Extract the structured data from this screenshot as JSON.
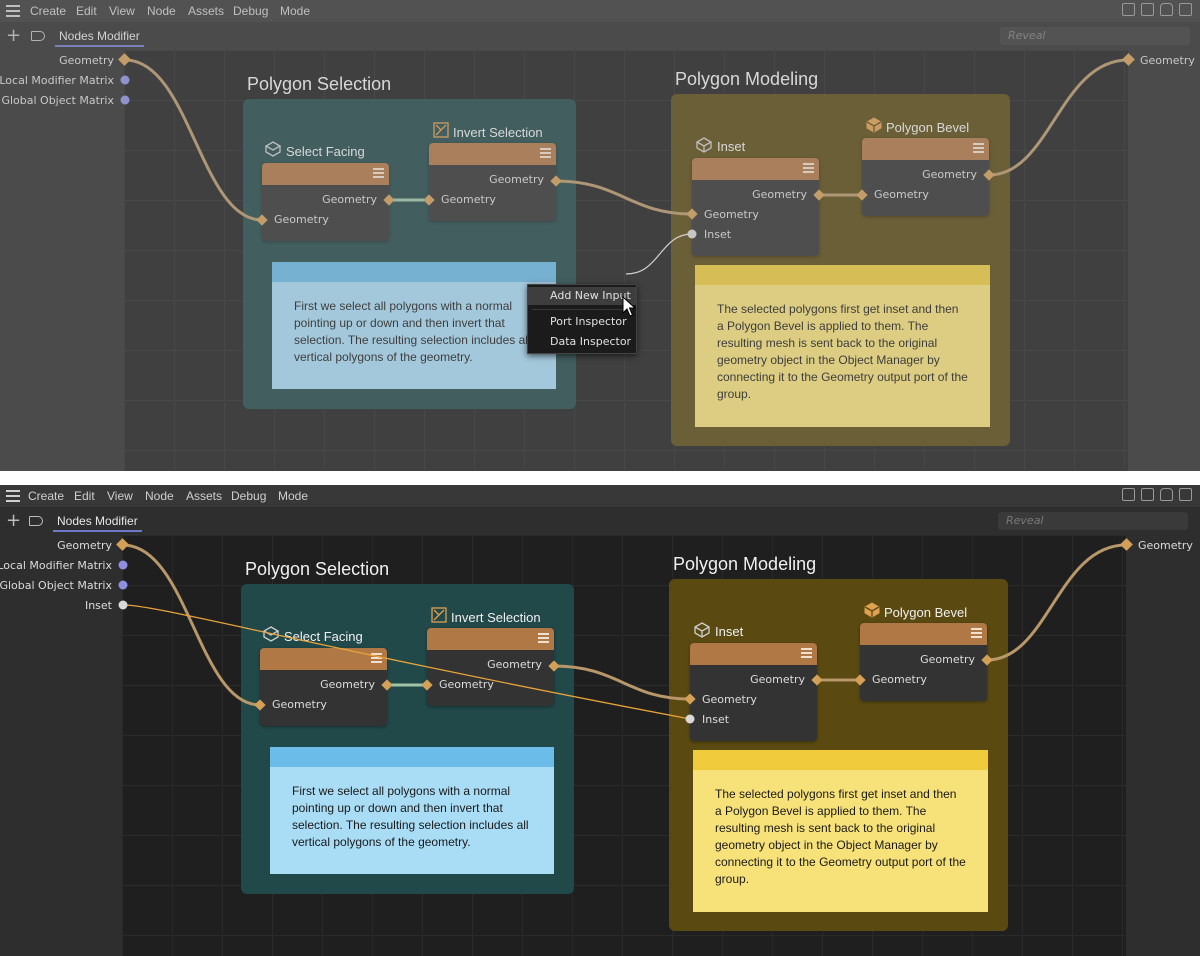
{
  "menu": [
    "Create",
    "Edit",
    "View",
    "Node",
    "Assets",
    "Debug",
    "Mode"
  ],
  "tab_label": "Nodes Modifier",
  "reveal_placeholder": "Reveal",
  "top": {
    "inputs": [
      "Geometry",
      "Local Modifier Matrix",
      "Global Object Matrix"
    ],
    "output": "Geometry"
  },
  "bottom": {
    "inputs": [
      "Geometry",
      "Local Modifier Matrix",
      "Global Object Matrix",
      "Inset"
    ],
    "output": "Geometry"
  },
  "groups": {
    "selection": "Polygon Selection",
    "modeling": "Polygon Modeling"
  },
  "nodes": {
    "select_facing": {
      "title": "Select Facing",
      "out": "Geometry",
      "in": "Geometry"
    },
    "invert_selection": {
      "title": "Invert Selection",
      "out": "Geometry",
      "in": "Geometry"
    },
    "inset": {
      "title": "Inset",
      "out": "Geometry",
      "in1": "Geometry",
      "in2": "Inset"
    },
    "polygon_bevel": {
      "title": "Polygon Bevel",
      "out": "Geometry",
      "in": "Geometry"
    }
  },
  "notes": {
    "selection": "First we select all polygons with a normal pointing up or down and then invert that selection. The resulting selection includes all vertical polygons of the geometry.",
    "modeling": "The selected polygons first get inset and then a Polygon Bevel is applied to them. The resulting mesh is sent back to the original geometry object in the Object Manager by connecting it to the Geometry output port of the group."
  },
  "context_menu": [
    "Add New Input",
    "Port Inspector",
    "Data Inspector"
  ],
  "colors": {
    "wire_geometry": "#b8976a",
    "wire_inset": "#e8a23a",
    "port_matrix": "#8f8fe0",
    "port_inset": "#d8d8d8"
  }
}
